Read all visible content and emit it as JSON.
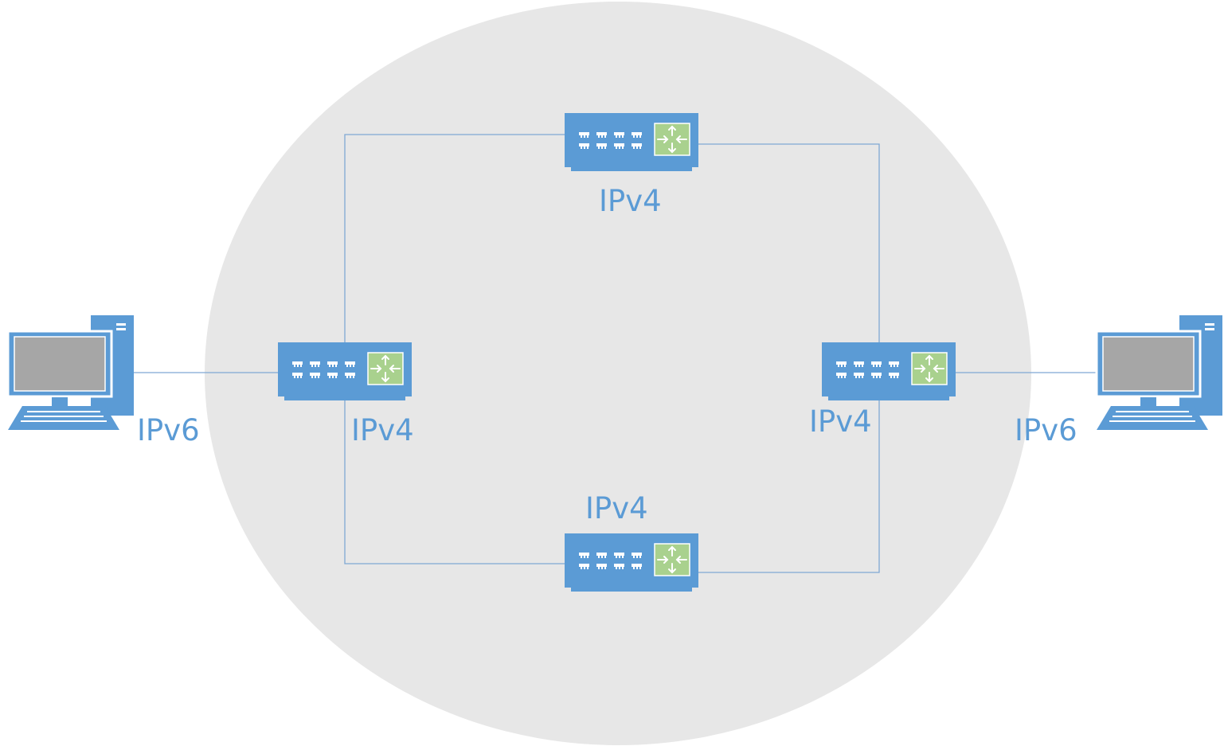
{
  "diagram": {
    "labels": {
      "router_top": "IPv4",
      "router_left": "IPv4",
      "router_right": "IPv4",
      "router_bottom": "IPv4",
      "host_left": "IPv6",
      "host_right": "IPv6"
    },
    "colors": {
      "device_blue": "#5b9bd5",
      "device_dark": "#4a86c0",
      "router_panel_green": "#a9d18e",
      "screen_gray": "#a6a6a6",
      "network_cloud": "#e7e7e7",
      "link_line": "#7fa8d4",
      "label_text": "#5b9bd5"
    },
    "icons": {
      "router": "router-icon",
      "computer": "computer-icon",
      "network_cloud": "network-cloud"
    }
  }
}
